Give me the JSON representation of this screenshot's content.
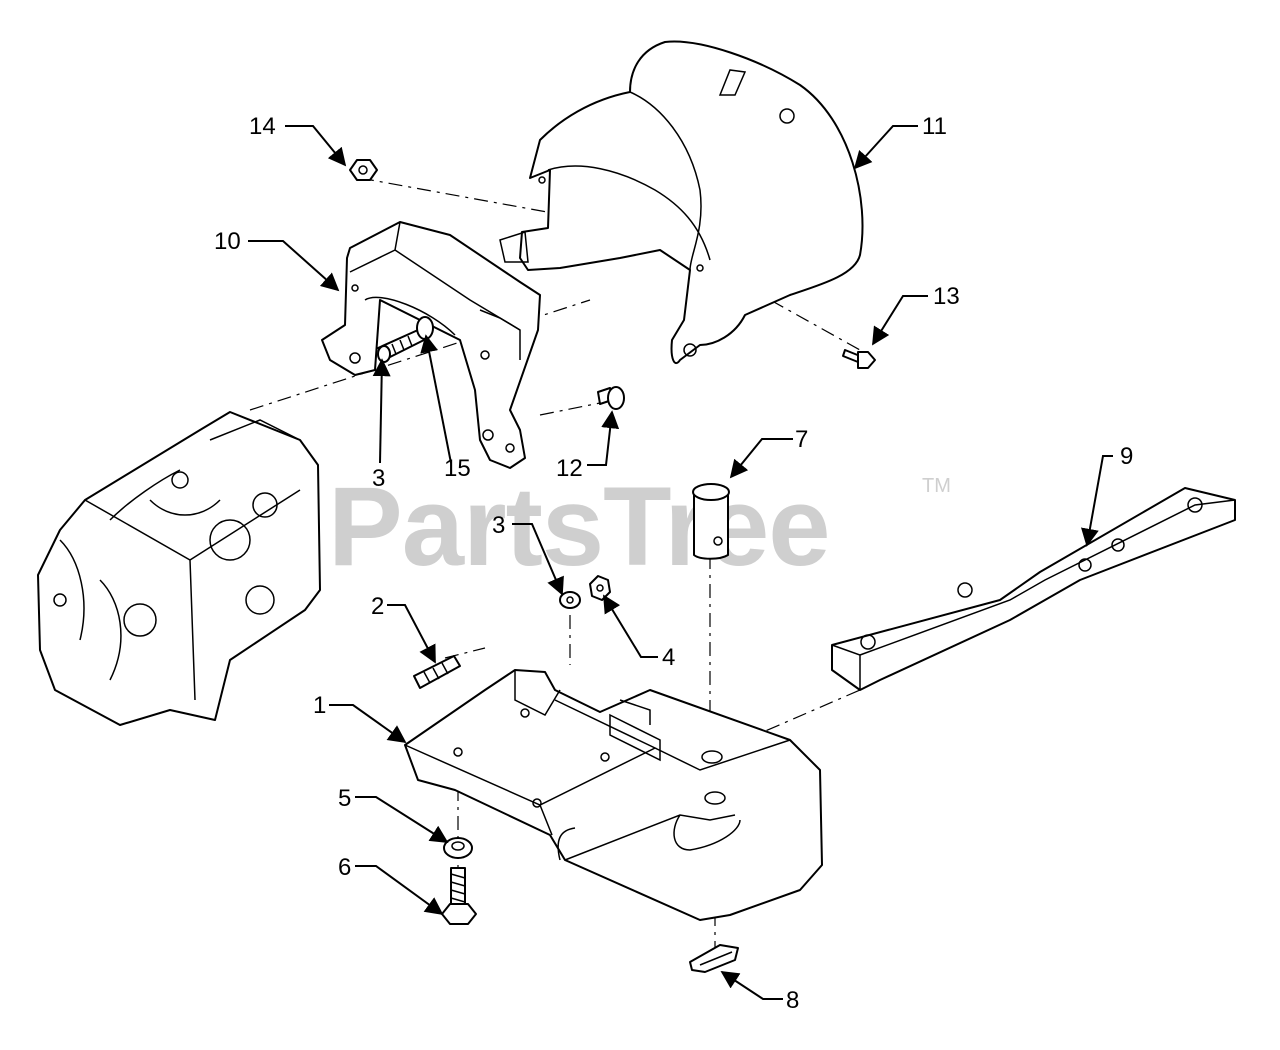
{
  "watermark": {
    "text": "PartsTree",
    "trademark": "TM",
    "color": "#cfcfcf"
  },
  "callouts": [
    {
      "id": "c14",
      "label": "14"
    },
    {
      "id": "c11",
      "label": "11"
    },
    {
      "id": "c10",
      "label": "10"
    },
    {
      "id": "c13",
      "label": "13"
    },
    {
      "id": "c3a",
      "label": "3"
    },
    {
      "id": "c15",
      "label": "15"
    },
    {
      "id": "c12",
      "label": "12"
    },
    {
      "id": "c7",
      "label": "7"
    },
    {
      "id": "c9",
      "label": "9"
    },
    {
      "id": "c3b",
      "label": "3"
    },
    {
      "id": "c2",
      "label": "2"
    },
    {
      "id": "c4",
      "label": "4"
    },
    {
      "id": "c1",
      "label": "1"
    },
    {
      "id": "c5",
      "label": "5"
    },
    {
      "id": "c6",
      "label": "6"
    },
    {
      "id": "c8",
      "label": "8"
    }
  ]
}
